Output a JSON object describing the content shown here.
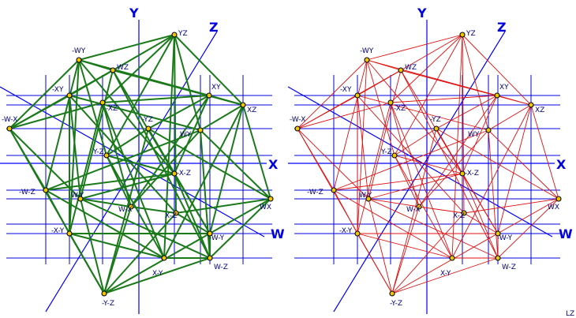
{
  "colors": {
    "axis": "#0000ff",
    "grid": "#0000dd",
    "left_edges": "#1a7a1a",
    "right_edges": "#e01010",
    "vertex_fill": "#f0c800",
    "vertex_stroke": "#000000",
    "labels": "#000080"
  },
  "axes": {
    "y": "Y",
    "z": "Z",
    "x": "X",
    "w": "W"
  },
  "vertex_labels": [
    "YZ",
    "-WY",
    "WZ",
    "XY",
    "XZ",
    "-XY",
    "-XZ",
    "-W-X",
    "WX",
    "WY",
    "-YZ",
    "Y-Z",
    "-X-Z",
    "-W-Z",
    "W-Y",
    "W-X",
    "X-Z",
    "-W-Y",
    "-X-Y",
    "X-Y",
    "W-Z",
    "-Y-Z"
  ],
  "signature": "LZ"
}
